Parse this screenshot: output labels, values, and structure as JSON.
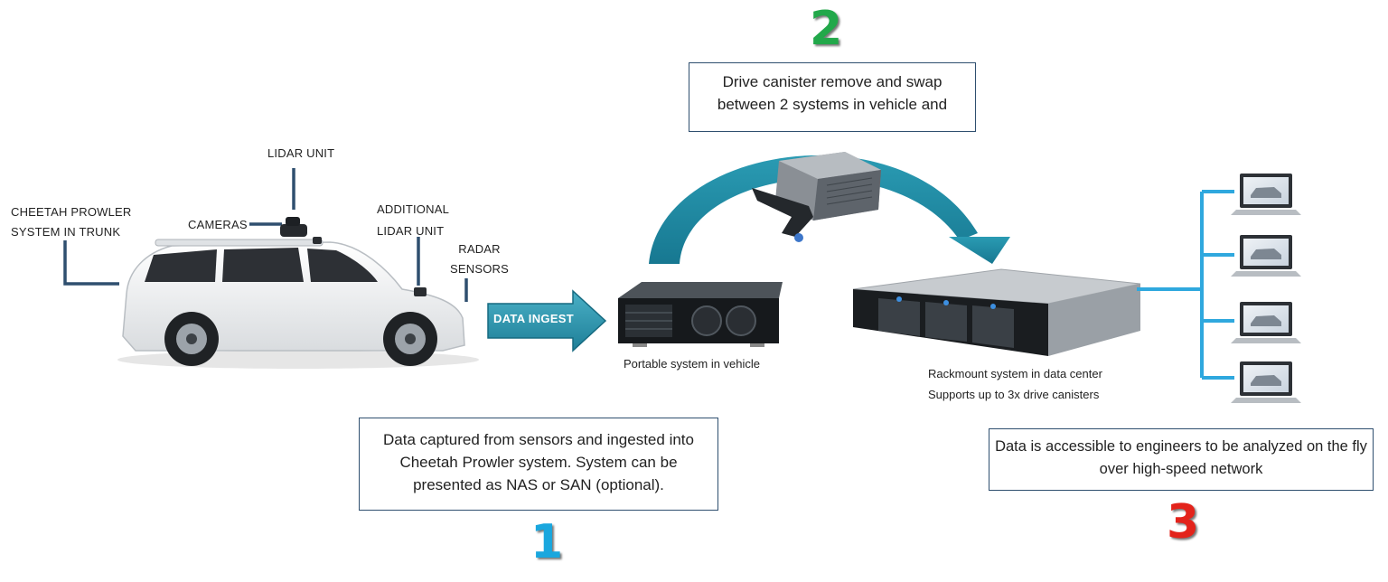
{
  "step_numbers": {
    "one": "1",
    "two": "2",
    "three": "3"
  },
  "labels": {
    "lidar_unit": "LIDAR UNIT",
    "cameras": "CAMERAS",
    "cheetah_line1": "CHEETAH PROWLER",
    "cheetah_line2": "SYSTEM IN TRUNK",
    "additional_line1": "ADDITIONAL",
    "additional_line2": "LIDAR UNIT",
    "radar_line1": "RADAR",
    "radar_line2": "SENSORS",
    "data_ingest": "DATA INGEST"
  },
  "captions": {
    "portable": "Portable system in vehicle",
    "rackmount_line1": "Rackmount system in data center",
    "rackmount_line2": "Supports up to 3x drive canisters"
  },
  "boxes": {
    "step1_text": "Data captured from sensors and ingested into Cheetah Prowler system. System can be presented as NAS or SAN (optional).",
    "step2_text": "Drive canister remove and swap between 2 systems in vehicle and",
    "step3_text": "Data is accessible to engineers to be analyzed on the fly over high-speed network"
  },
  "colors": {
    "arrow_teal": "#1f8ba3",
    "connector_blue": "#2fa8de",
    "leader_navy": "#2f4f6f"
  }
}
